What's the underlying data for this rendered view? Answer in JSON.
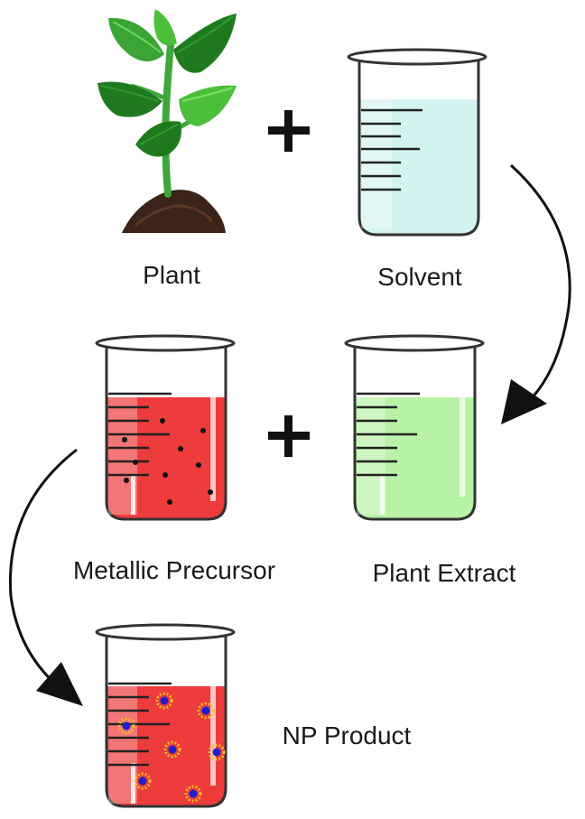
{
  "labels": {
    "plant": "Plant",
    "solvent": "Solvent",
    "metallic_precursor": "Metallic Precursor",
    "plant_extract": "Plant Extract",
    "np_product": "NP Product"
  },
  "symbols": {
    "plus": "+"
  },
  "colors": {
    "solvent_liquid": "#d3f3f0",
    "extract_liquid": "#b8f2a6",
    "precursor_liquid": "#ee3b3b",
    "nanoparticle_core": "#1f1fcc",
    "nanoparticle_shell": "#f0c020",
    "leaf_dark": "#1f7a1f",
    "leaf_light": "#4cbf3a",
    "soil": "#3b2418",
    "glass_outline": "#333333"
  },
  "icons": [
    "plant-icon",
    "beaker-icon",
    "plus-icon",
    "arrow-icon",
    "nanoparticle-icon"
  ]
}
